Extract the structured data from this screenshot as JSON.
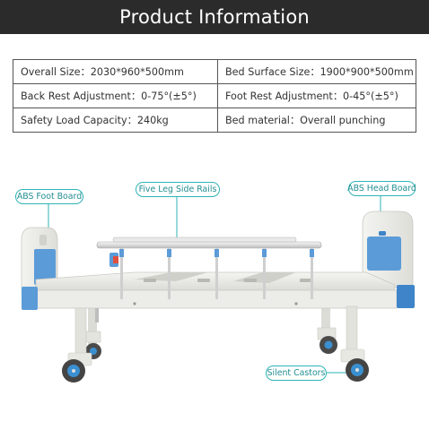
{
  "header": {
    "title": "Product Information"
  },
  "specs": {
    "rows": [
      [
        {
          "label": "Overall Size",
          "value": "2030*960*500mm"
        },
        {
          "label": "Bed Surface Size",
          "value": "1900*900*500mm"
        }
      ],
      [
        {
          "label": "Back Rest Adjustment",
          "value": "0-75°(±5°)"
        },
        {
          "label": "Foot Rest Adjustment",
          "value": "0-45°(±5°)"
        }
      ],
      [
        {
          "label": "Safety Load Capacity",
          "value": "240kg"
        },
        {
          "label": "Bed material",
          "value": "Overall punching"
        }
      ]
    ],
    "separator": "："
  },
  "product_image": {
    "callouts": {
      "foot_board": "ABS Foot Board",
      "side_rails": "Five Leg Side Rails",
      "head_board": "ABS Head Board",
      "castors": "Silent Castors"
    },
    "colors": {
      "frame": "#e8e8e4",
      "accent_blue": "#5b9bd8",
      "caster_blue": "#3a8fd0",
      "callout_teal": "#2fb3b6"
    }
  }
}
